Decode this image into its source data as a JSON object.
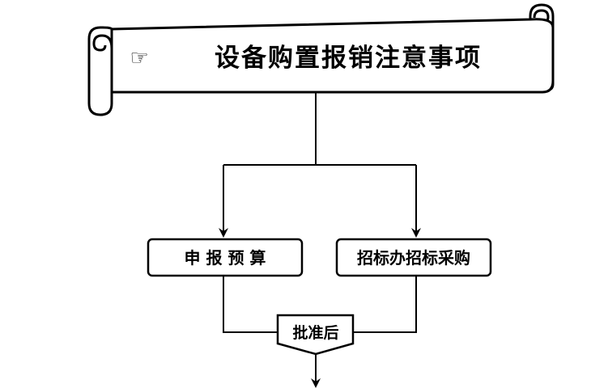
{
  "banner": {
    "icon": "pointing-hand-icon",
    "glyph": "☞",
    "title": "设备购置报销注意事项"
  },
  "steps": {
    "declare_budget": "申 报 预 算",
    "tender_purchase": "招标办招标采购",
    "after_approval": "批准后"
  },
  "colors": {
    "stroke": "#000000",
    "fill": "#ffffff"
  }
}
